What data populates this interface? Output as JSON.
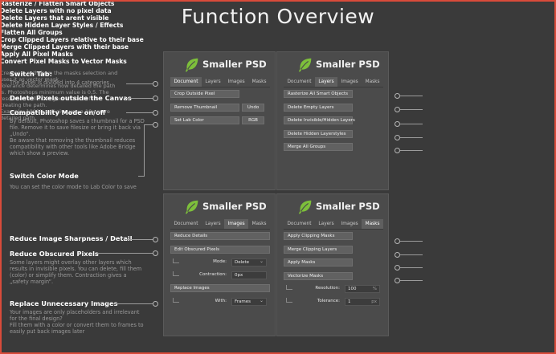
{
  "title": "Function Overview",
  "panel_title": "Smaller PSD",
  "tabs": [
    "Document",
    "Layers",
    "Images",
    "Masks"
  ],
  "panels": {
    "document": {
      "crop": "Crop Outside Pixel",
      "remove_thumb": "Remove Thumbnail",
      "undo": "Undo",
      "set_lab": "Set Lab Color",
      "rgb": "RGB"
    },
    "layers": {
      "items": [
        "Rasterize All Smart Objects",
        "Delete Empty Layers",
        "Delete Invisible/Hidden Layers",
        "Delete Hidden Layerstyles",
        "Merge All Groups"
      ]
    },
    "images": {
      "reduce": "Reduce Details",
      "edit_obscured": "Edit Obscured Pixels",
      "mode_label": "Mode:",
      "mode_value": "Delete",
      "contraction_label": "Contraction:",
      "contraction_value": "0px",
      "replace": "Replace Images",
      "with_label": "With:",
      "with_value": "Frames"
    },
    "masks": {
      "apply_clipping": "Apply Clipping Masks",
      "merge_clipping": "Merge Clipping Layers",
      "apply_masks": "Apply Masks",
      "vectorize": "Vectorize Masks",
      "resolution_label": "Resolution:",
      "resolution_value": "100",
      "resolution_unit": "%",
      "tolerance_label": "Tolerance:",
      "tolerance_value": "1",
      "tolerance_unit": "px"
    }
  },
  "left_annotations": {
    "switch_tab": {
      "heading": "Switch Tab:",
      "desc": "The panel is divided into 4 categories"
    },
    "delete_pixels": {
      "heading": "Delete Pixels outside the Canvas"
    },
    "compat": {
      "heading": "Compatibility Mode on/off",
      "desc1": "By default, Photoshop saves a thumbnail for a PSD file. Remove it to save filesize or bring it back via „Undo“.",
      "desc2": "Be aware that removing the thumbnail reduces compatibility with other tools like Adobe Bridge which show a preview."
    },
    "color_mode": {
      "heading": "Switch Color Mode",
      "desc": "You can set the color mode to Lab Color to save"
    },
    "sharpness": {
      "heading": "Reduce Image Sharpness / Detail"
    },
    "obscured": {
      "heading": "Reduce Obscured Pixels",
      "desc": "Some layers might overlay other layers which results in invisible pixels. You can delete, fill them (color) or simplify them. Contraction gives a „safety margin“."
    },
    "replace": {
      "heading": "Replace Unnecessary Images",
      "desc1": "Your images are only placeholders and irrelevant for the final design?",
      "desc2": "Fill them with a color or convert them to frames to easily put back images later"
    }
  },
  "right_annotations": {
    "rasterize": "Rasterize / Flatten Smart Objects",
    "delete_no_pixel": "Delete Layers with no pixel data",
    "delete_not_visible": "Delete Layers that arent visible",
    "delete_hidden_styles": "Delete Hidden Layer Styles / Effects",
    "flatten_groups": "Flatten All Groups",
    "crop_clipped": "Crop Clipped Layers relative to their base",
    "merge_clipped": "Merge Clipped Layers with their base",
    "apply_pixel": "Apply All Pixel Masks",
    "convert_vector": "Convert Pixel Masks to Vector Masks",
    "vector_desc1": "Creates a path from the masks selection and uses it as vector mask.",
    "vector_desc2": "Tolerance determines how detailed the path is. Photoshops minimum value is 0,5. The resolution will scale your mask before creating the path.",
    "example_label": "Example:",
    "vector_desc3": "1000% will give you a 10x more detailed path."
  },
  "colors": {
    "frame": "#d94b3a",
    "logo": "#7dbf3b",
    "background": "#3a3a3a",
    "panel": "#4b4b4b"
  },
  "logo_icon": "leaf-icon"
}
